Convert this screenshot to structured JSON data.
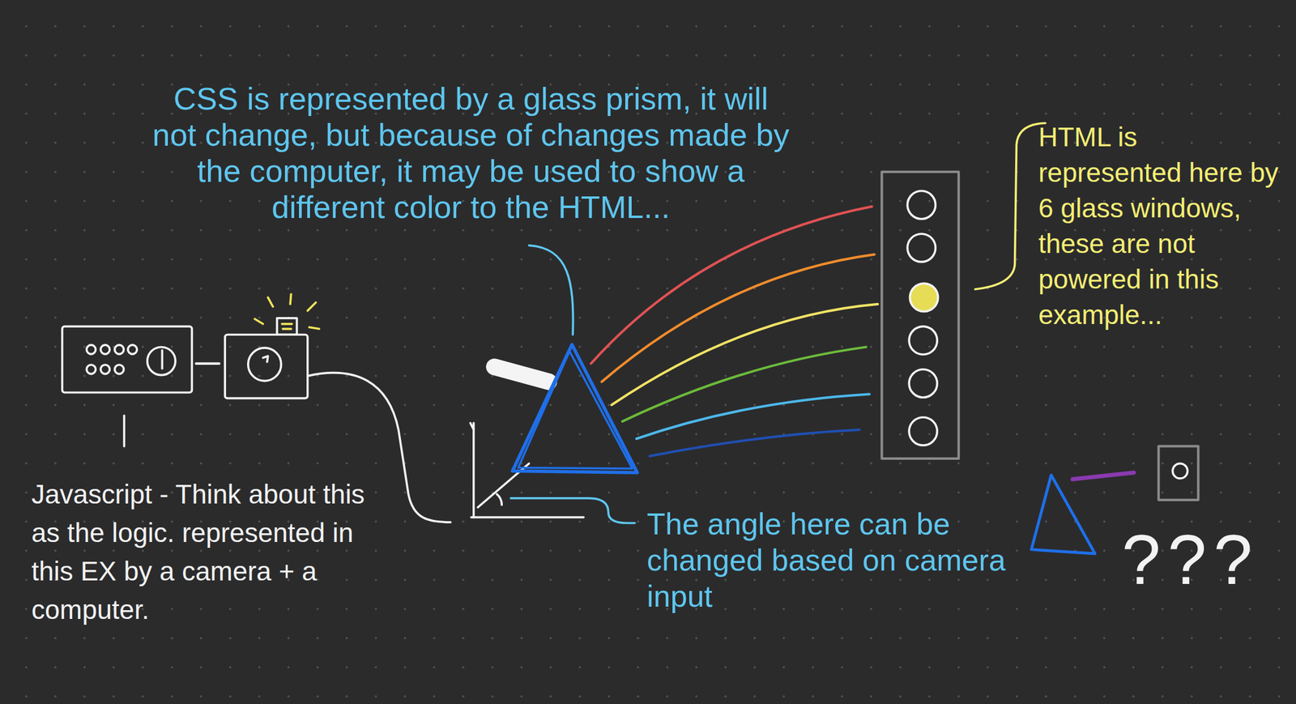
{
  "diagram": {
    "labels": [
      "CSS is represented by a glass prism, it will not change, but because of changes made by the computer, it may be used to show a different color to the HTML...",
      "HTML is represented here by 6 glass windows, these are not powered in this example...",
      "Javascript - Think about this as the logic. represented in this EX by a camera + a computer.",
      "The angle here can be changed based on camera input",
      "???"
    ]
  }
}
